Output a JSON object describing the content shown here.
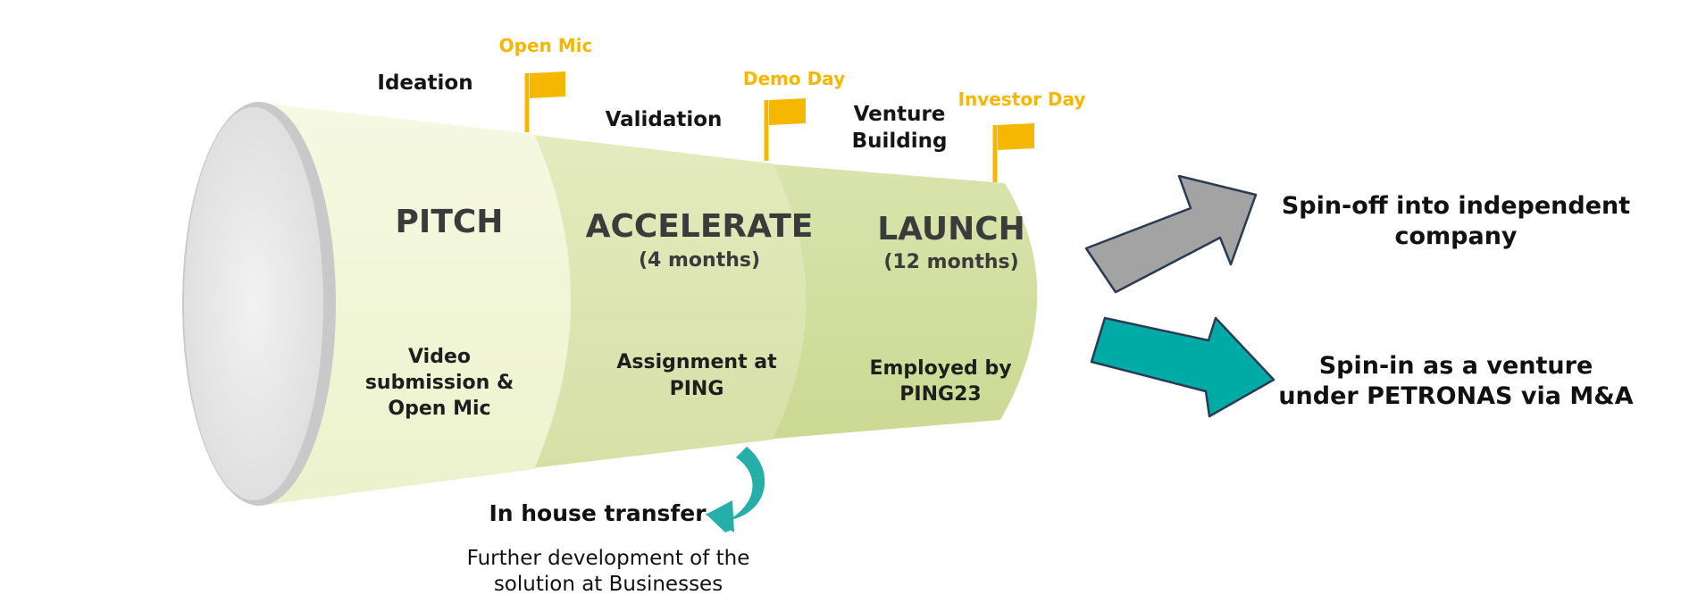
{
  "stages": {
    "ideation": "Ideation",
    "validation": "Validation",
    "venture_building": [
      "Venture",
      "Building"
    ]
  },
  "flags": {
    "open_mic": "Open Mic",
    "demo_day": "Demo Day",
    "investor_day": "Investor Day",
    "color": "#f5b700"
  },
  "phases": {
    "pitch": {
      "title": "PITCH",
      "desc": [
        "Video",
        "submission &",
        "Open Mic"
      ]
    },
    "accelerate": {
      "title": "ACCELERATE",
      "duration": "(4 months)",
      "desc": [
        "Assignment at",
        "PING"
      ]
    },
    "launch": {
      "title": "LAUNCH",
      "duration": "(12 months)",
      "desc": [
        "Employed by",
        "PING23"
      ]
    }
  },
  "outcomes": {
    "spin_off": [
      "Spin-off into independent",
      "company"
    ],
    "spin_in": [
      "Spin-in as a venture",
      "under PETRONAS via M&A"
    ]
  },
  "in_house": {
    "title": "In house transfer",
    "desc": [
      "Further development of the",
      "solution at Businesses"
    ]
  },
  "colors": {
    "pitch_fill": "#f1f6d6",
    "accelerate_fill": "#dde6b0",
    "launch_fill": "#d2dea0",
    "spin_off_arrow": "#a3a3a3",
    "spin_in_arrow": "#00aaa5",
    "transfer_arrow": "#26aea8",
    "arrow_outline": "#2b3a55"
  }
}
